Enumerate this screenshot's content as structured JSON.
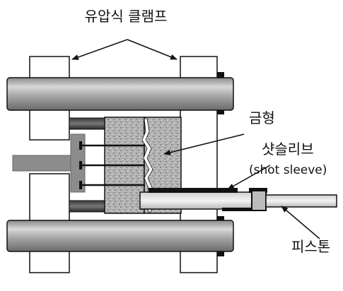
{
  "labels": {
    "hydraulic_clamp": "유압식 클램프",
    "mold": "금형",
    "shot_sleeve": "샷슬리브",
    "shot_sleeve_en": "(shot sleeve)",
    "piston": "피스톤"
  }
}
